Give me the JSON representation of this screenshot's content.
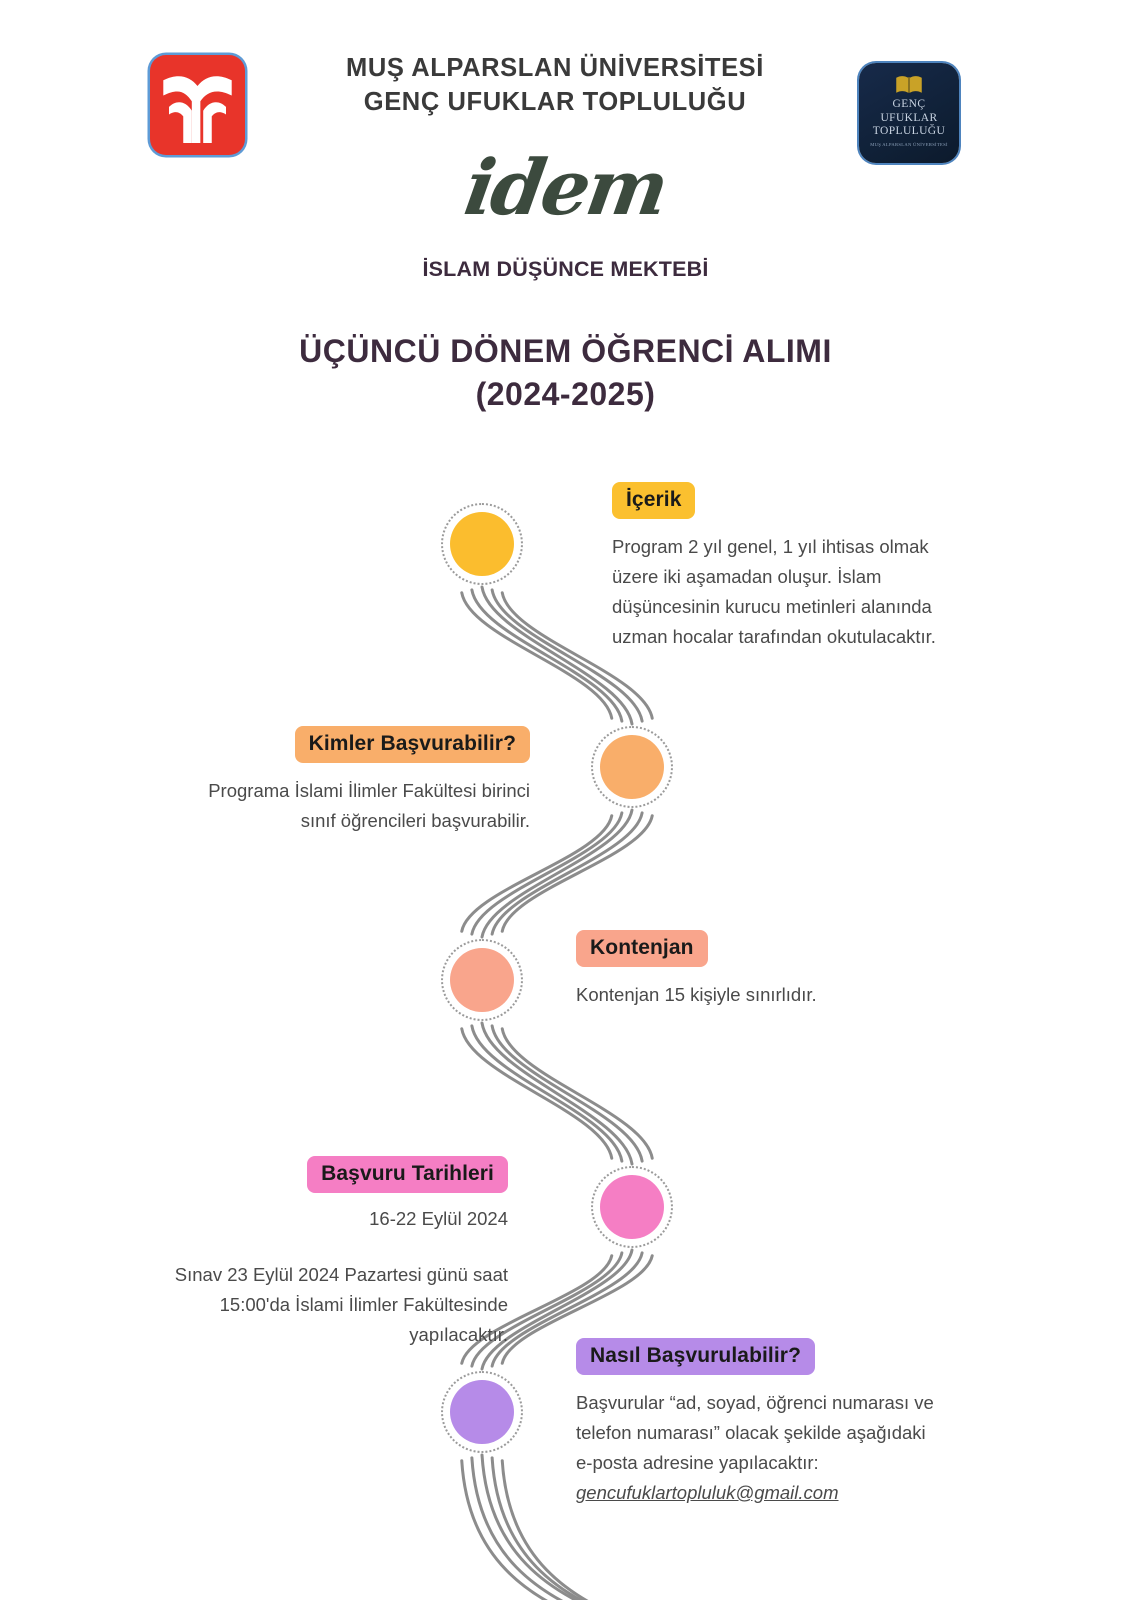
{
  "header": {
    "university_line1": "MUŞ ALPARSLAN ÜNİVERSİTESİ",
    "university_line2": "GENÇ UFUKLAR TOPLULUĞU",
    "uni_logo_name": "mus-alparslan-university-logo",
    "club_logo": {
      "line1": "GENÇ",
      "line2": "UFUKLAR",
      "line3": "TOPLULUĞU",
      "subline": "MUŞ ALPARSLAN ÜNİVERSİTESİ"
    },
    "brand_script": "idem",
    "brand_subtitle": "İSLAM DÜŞÜNCE MEKTEBİ",
    "title_line1": "ÜÇÜNCÜ DÖNEM ÖĞRENCİ ALIMI",
    "title_line2": "(2024-2025)"
  },
  "colors": {
    "title": "#3D2B3E",
    "header_text": "#3A3A3A",
    "script": "#3C4A3E",
    "body": "#4A4A4A",
    "path": "#8C8C8C",
    "uni_logo_red": "#E8342A",
    "club_navy": "#132845",
    "club_gold": "#C9A227"
  },
  "timeline": {
    "steps": [
      {
        "id": "icerik",
        "badge": "İçerik",
        "badge_color": "#FBC02F",
        "node_color": "#FBBD2E",
        "side": "right",
        "paragraphs": [
          "Program 2 yıl genel, 1 yıl ihtisas olmak üzere iki aşamadan oluşur. İslam düşüncesinin kurucu metinleri alanında uzman hocalar tarafından okutulacaktır."
        ]
      },
      {
        "id": "kimler-basvurabilir",
        "badge": "Kimler Başvurabilir?",
        "badge_color": "#F9AE6A",
        "node_color": "#F9AE6A",
        "side": "left",
        "paragraphs": [
          "Programa İslami İlimler Fakültesi birinci sınıf öğrencileri başvurabilir."
        ]
      },
      {
        "id": "kontenjan",
        "badge": "Kontenjan",
        "badge_color": "#F9A58C",
        "node_color": "#F9A58C",
        "side": "right",
        "paragraphs": [
          "Kontenjan 15 kişiyle sınırlıdır."
        ]
      },
      {
        "id": "basvuru-tarihleri",
        "badge": "Başvuru Tarihleri",
        "badge_color": "#F57EC4",
        "node_color": "#F57EC4",
        "side": "left",
        "paragraphs": [
          "16-22 Eylül 2024",
          "Sınav 23 Eylül 2024 Pazartesi günü saat 15:00'da İslami İlimler Fakültesinde yapılacaktır."
        ]
      },
      {
        "id": "nasil-basvurulabilir",
        "badge": "Nasıl Başvurulabilir?",
        "badge_color": "#B68BE8",
        "node_color": "#B68BE8",
        "side": "right",
        "paragraphs": [
          "Başvurular “ad, soyad, öğrenci numarası ve telefon numarası” olacak şekilde aşağıdaki e-posta adresine yapılacaktır:"
        ],
        "email": "gencufuklartopluluk@gmail.com"
      }
    ]
  }
}
